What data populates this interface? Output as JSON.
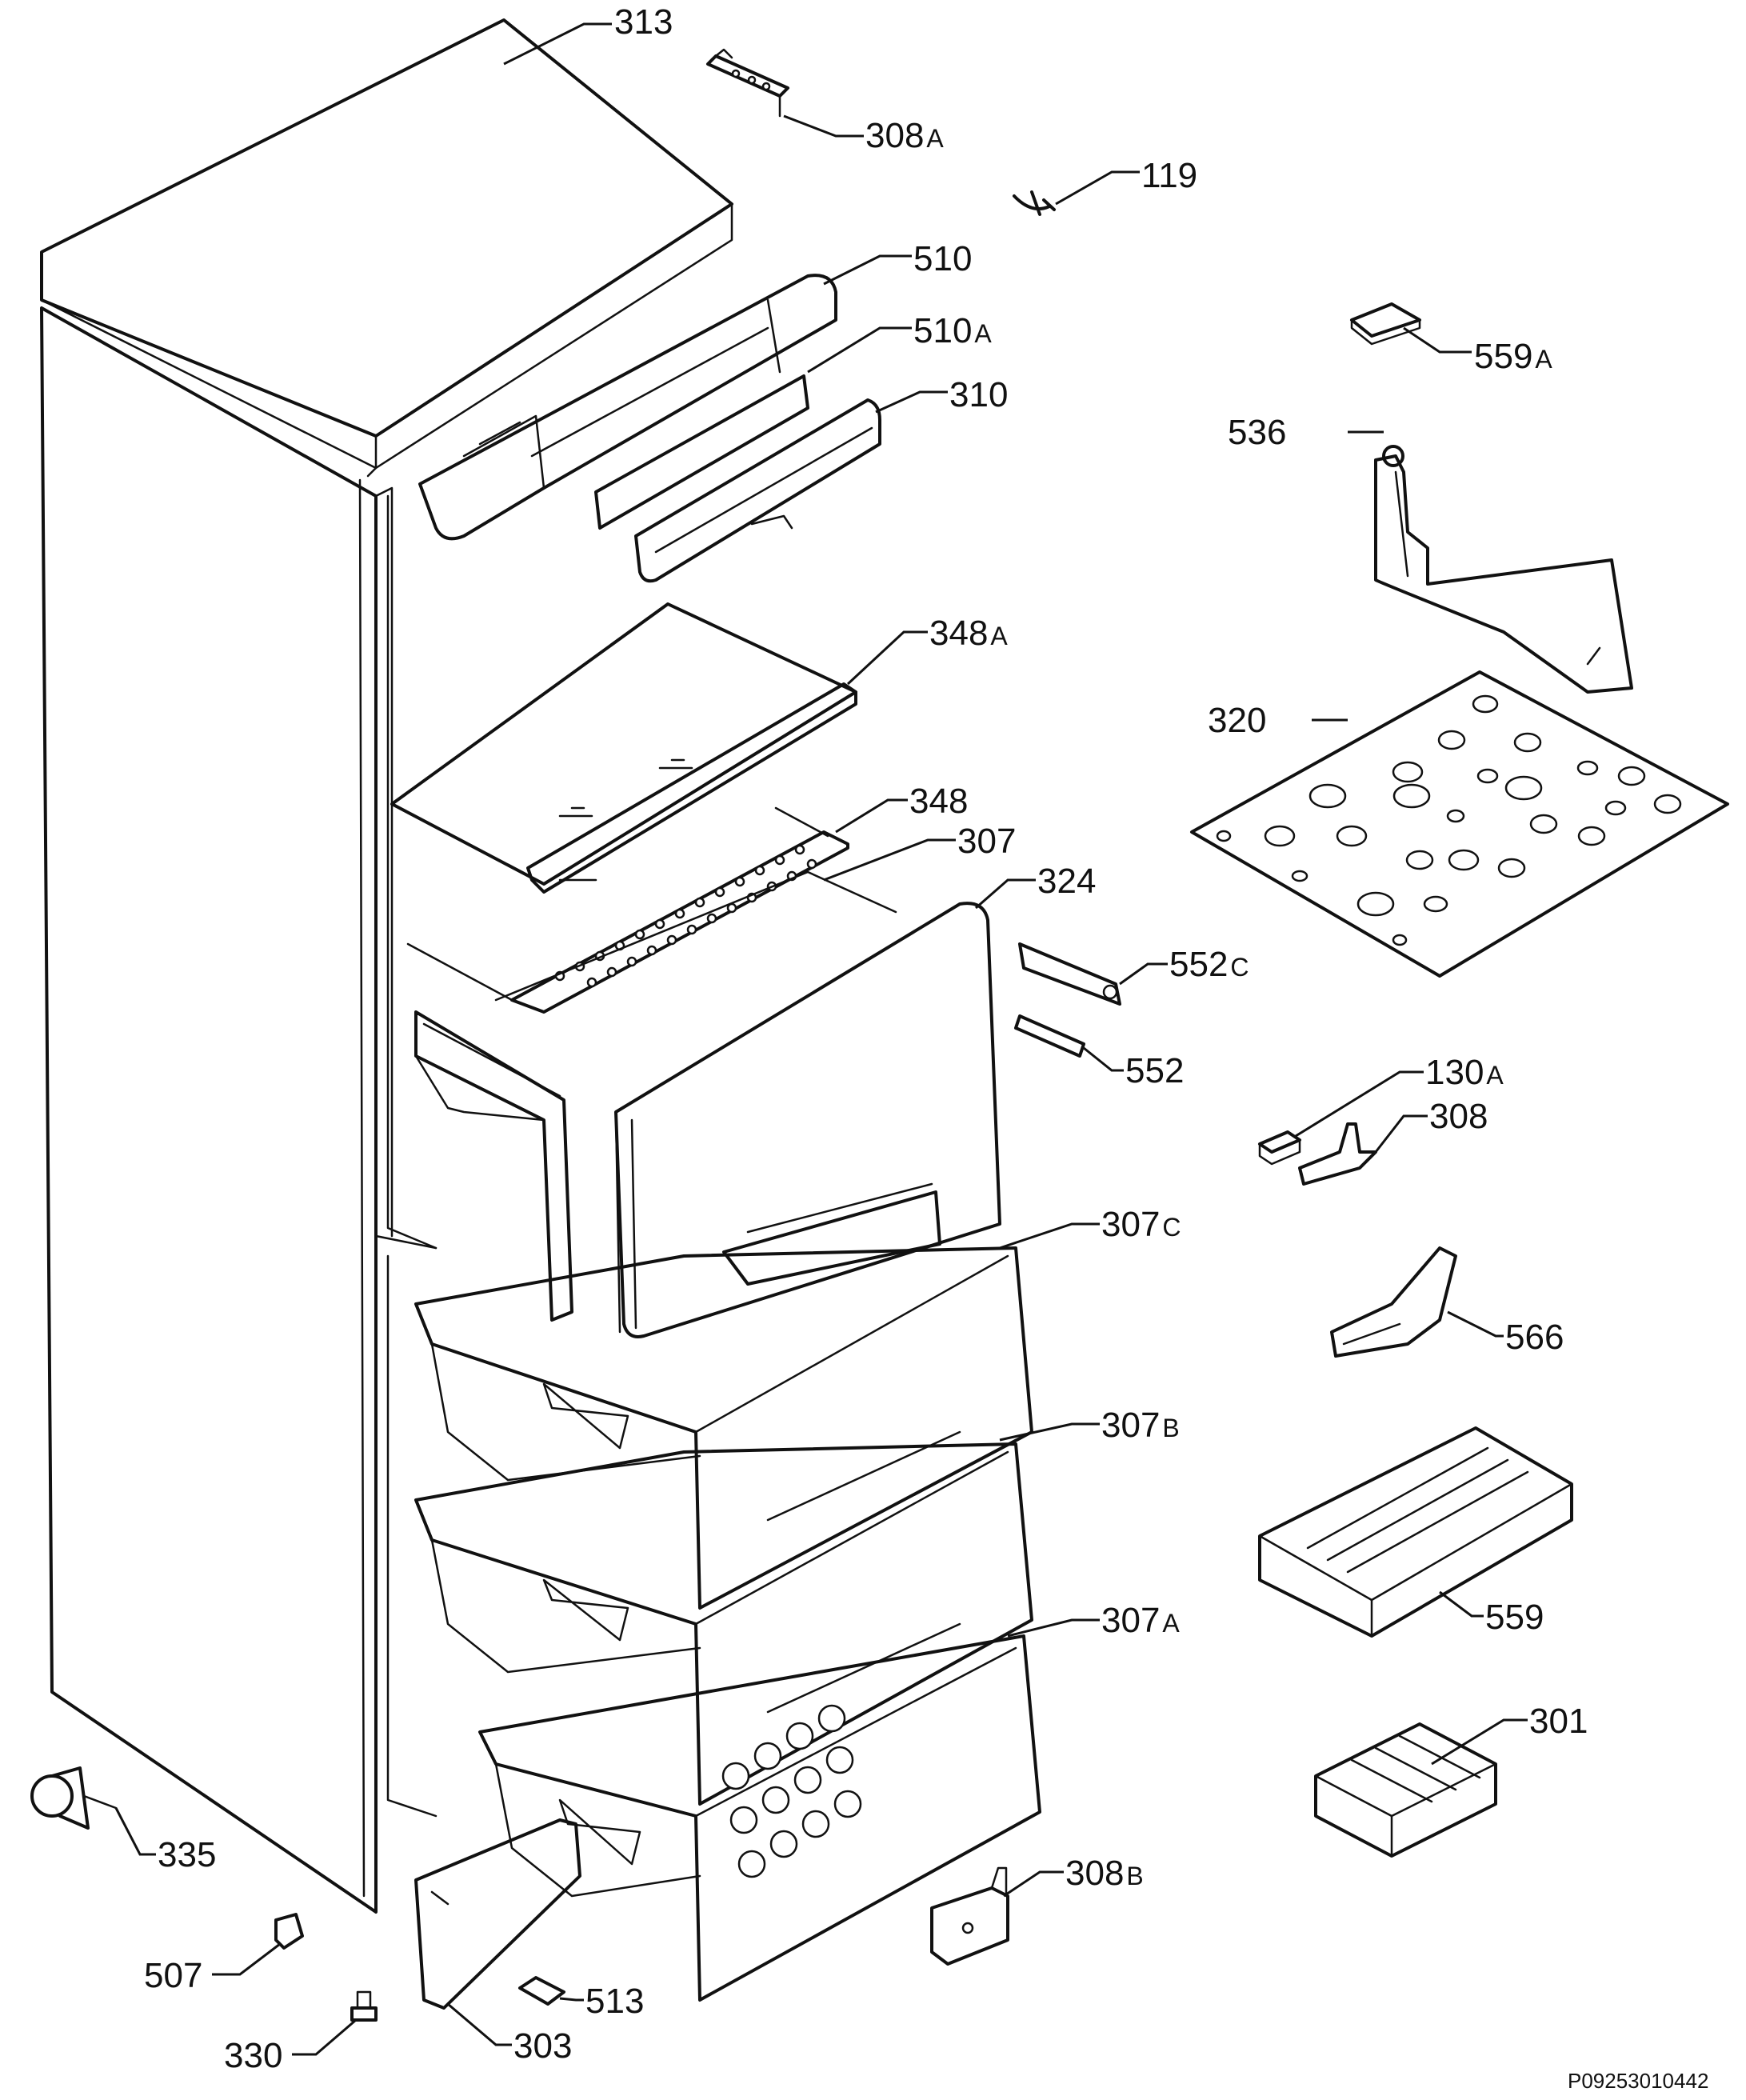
{
  "diagram": {
    "document_code": "P09253010442",
    "callouts": [
      {
        "num": "313",
        "suffix": ""
      },
      {
        "num": "308",
        "suffix": "A"
      },
      {
        "num": "119",
        "suffix": ""
      },
      {
        "num": "510",
        "suffix": ""
      },
      {
        "num": "510",
        "suffix": "A"
      },
      {
        "num": "310",
        "suffix": ""
      },
      {
        "num": "559",
        "suffix": "A"
      },
      {
        "num": "536",
        "suffix": ""
      },
      {
        "num": "348",
        "suffix": "A"
      },
      {
        "num": "320",
        "suffix": ""
      },
      {
        "num": "348",
        "suffix": ""
      },
      {
        "num": "307",
        "suffix": ""
      },
      {
        "num": "324",
        "suffix": ""
      },
      {
        "num": "552",
        "suffix": "C"
      },
      {
        "num": "552",
        "suffix": ""
      },
      {
        "num": "130",
        "suffix": "A"
      },
      {
        "num": "308",
        "suffix": ""
      },
      {
        "num": "307",
        "suffix": "C"
      },
      {
        "num": "566",
        "suffix": ""
      },
      {
        "num": "307",
        "suffix": "B"
      },
      {
        "num": "559",
        "suffix": ""
      },
      {
        "num": "307",
        "suffix": "A"
      },
      {
        "num": "301",
        "suffix": ""
      },
      {
        "num": "335",
        "suffix": ""
      },
      {
        "num": "308",
        "suffix": "B"
      },
      {
        "num": "507",
        "suffix": ""
      },
      {
        "num": "513",
        "suffix": ""
      },
      {
        "num": "330",
        "suffix": ""
      },
      {
        "num": "303",
        "suffix": ""
      }
    ]
  }
}
